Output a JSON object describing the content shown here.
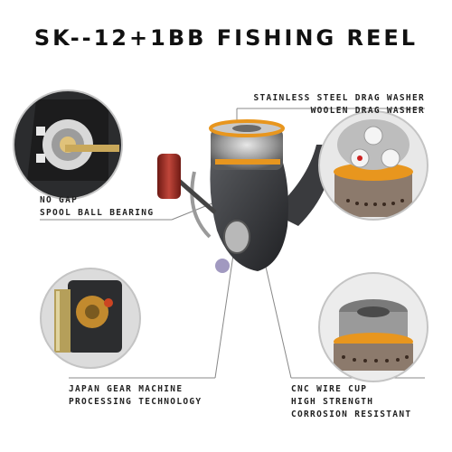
{
  "title": "SK--12+1BB FISHING REEL",
  "callouts": {
    "drag_washer": {
      "line1": "STAINLESS STEEL DRAG WASHER",
      "line2": "WOOLEN DRAG WASHER"
    },
    "ball_bearing": {
      "line1": "NO GAP",
      "line2": "SPOOL BALL BEARING"
    },
    "gear": {
      "line1": "JAPAN GEAR MACHINE",
      "line2": "PROCESSING TECHNOLOGY"
    },
    "wire_cup": {
      "line1": "CNC WIRE CUP",
      "line2": "HIGH STRENGTH",
      "line3": "CORROSION RESISTANT"
    }
  },
  "colors": {
    "accent_orange": "#e8961e",
    "reel_dark": "#3a3b3e",
    "handle_red": "#a8322a",
    "line_gray": "#888888"
  }
}
